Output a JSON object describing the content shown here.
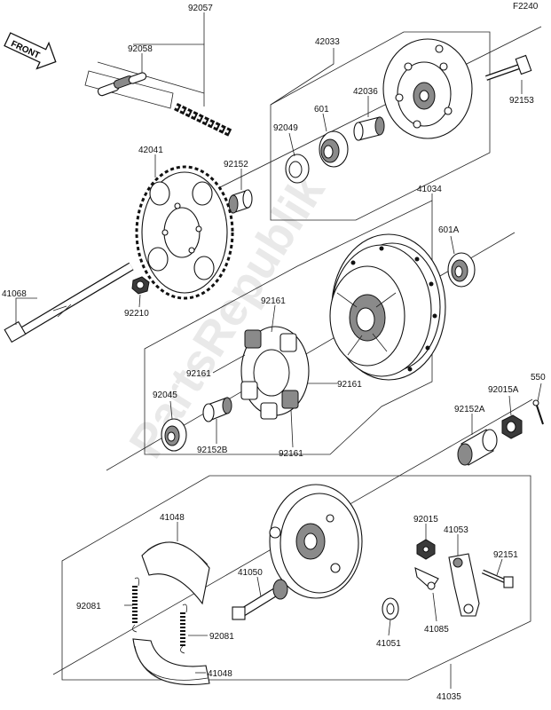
{
  "figure_code": "F2240",
  "front_label": "FRONT",
  "watermark": "PartsRepublik",
  "callouts": {
    "p92057": "92057",
    "p92058": "92058",
    "p42033": "42033",
    "p42036": "42036",
    "p601": "601",
    "p92049": "92049",
    "p92153": "92153",
    "p42041": "42041",
    "p92152": "92152",
    "p41034": "41034",
    "p601A": "601A",
    "p41068": "41068",
    "p92210": "92210",
    "p92161a": "92161",
    "p92161b": "92161",
    "p92161c": "92161",
    "p92161d": "92161",
    "p92045": "92045",
    "p92152B": "92152B",
    "p550": "550",
    "p92015A": "92015A",
    "p92152A": "92152A",
    "p41048a": "41048",
    "p41048b": "41048",
    "p41050": "41050",
    "p92081a": "92081",
    "p92081b": "92081",
    "p92015": "92015",
    "p41053": "41053",
    "p92151": "92151",
    "p41051": "41051",
    "p41085": "41085",
    "p41035": "41035"
  }
}
